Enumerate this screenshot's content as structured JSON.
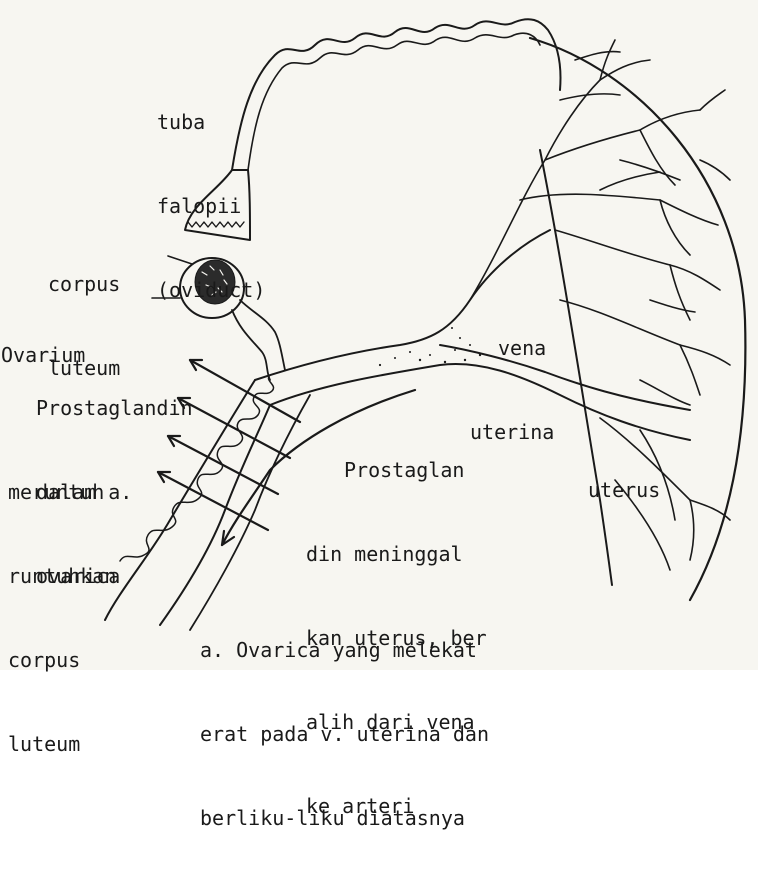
{
  "labels": {
    "tuba": [
      "tuba",
      "falopii",
      "(oviduct)"
    ],
    "corpus_luteum": [
      "corpus",
      "luteum"
    ],
    "ovarium": "Ovarium",
    "prostaglandin_left": [
      "Prostaglandin",
      "dalam a.",
      "ovarica",
      "meruntuh",
      "runtuhkan",
      "corpus",
      "luteum"
    ],
    "vena_uterina": [
      "vena",
      "uterina"
    ],
    "uterus": "uterus",
    "prostaglandin_right": [
      "Prostaglan",
      "din meninggal",
      "kan uterus, ber",
      "alih dari vena",
      "ke arteri"
    ],
    "caption": [
      "a. Ovarica yang melekat",
      "erat pada v. uterina dan",
      "berliku-liku diatasnya"
    ]
  },
  "colors": {
    "ink": "#1a1a1a",
    "paper": "#f7f6f1"
  }
}
